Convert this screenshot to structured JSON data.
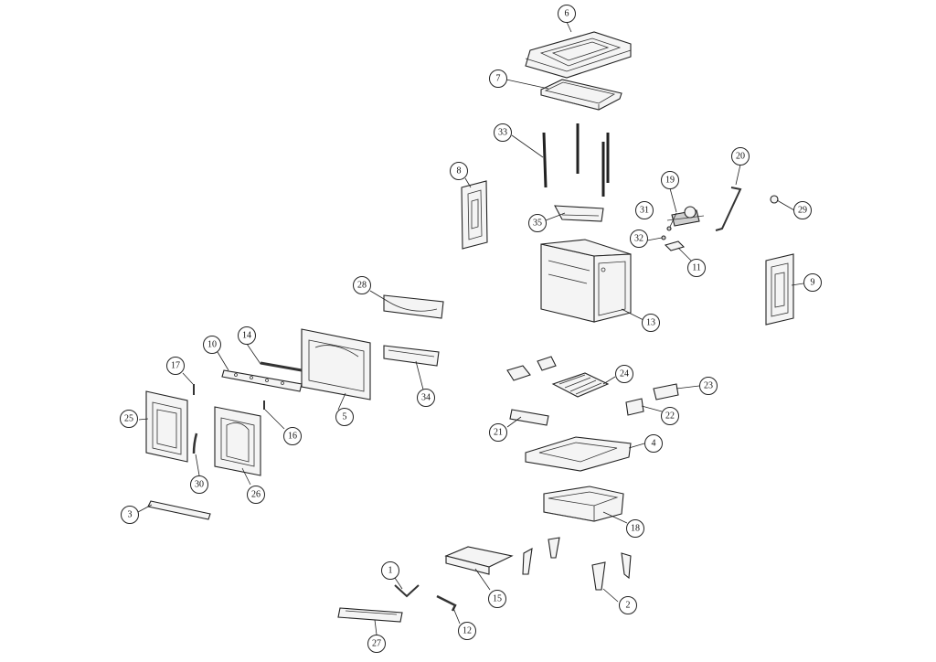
{
  "callouts": [
    {
      "id": "c6",
      "label": "6"
    },
    {
      "id": "c7",
      "label": "7"
    },
    {
      "id": "c33",
      "label": "33"
    },
    {
      "id": "c8",
      "label": "8"
    },
    {
      "id": "c19",
      "label": "19"
    },
    {
      "id": "c20",
      "label": "20"
    },
    {
      "id": "c29",
      "label": "29"
    },
    {
      "id": "c31",
      "label": "31"
    },
    {
      "id": "c35",
      "label": "35"
    },
    {
      "id": "c32",
      "label": "32"
    },
    {
      "id": "c11",
      "label": "11"
    },
    {
      "id": "c9",
      "label": "9"
    },
    {
      "id": "c13",
      "label": "13"
    },
    {
      "id": "c28",
      "label": "28"
    },
    {
      "id": "c14",
      "label": "14"
    },
    {
      "id": "c10",
      "label": "10"
    },
    {
      "id": "c17",
      "label": "17"
    },
    {
      "id": "c34",
      "label": "34"
    },
    {
      "id": "c24",
      "label": "24"
    },
    {
      "id": "c23",
      "label": "23"
    },
    {
      "id": "c22",
      "label": "22"
    },
    {
      "id": "c25",
      "label": "25"
    },
    {
      "id": "c5",
      "label": "5"
    },
    {
      "id": "c16",
      "label": "16"
    },
    {
      "id": "c21",
      "label": "21"
    },
    {
      "id": "c4",
      "label": "4"
    },
    {
      "id": "c30",
      "label": "30"
    },
    {
      "id": "c26",
      "label": "26"
    },
    {
      "id": "c18",
      "label": "18"
    },
    {
      "id": "c3",
      "label": "3"
    },
    {
      "id": "c1",
      "label": "1"
    },
    {
      "id": "c15",
      "label": "15"
    },
    {
      "id": "c2",
      "label": "2"
    },
    {
      "id": "c12",
      "label": "12"
    },
    {
      "id": "c27",
      "label": "27"
    }
  ]
}
